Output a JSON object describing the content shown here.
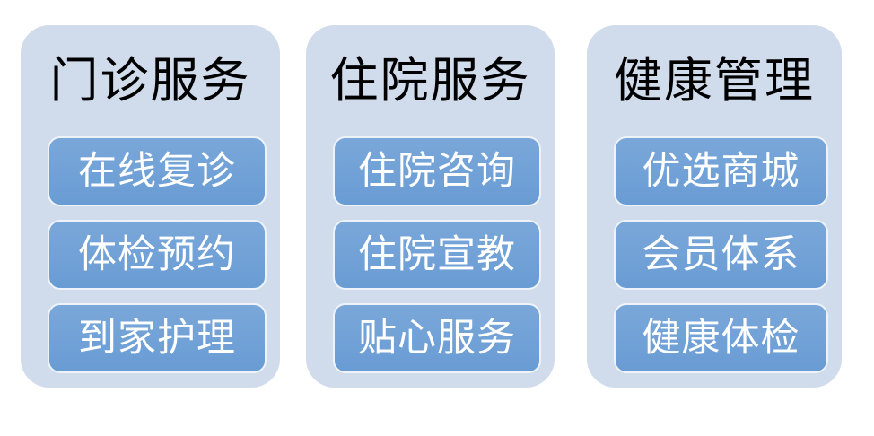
{
  "colors": {
    "page_background": "#ffffff",
    "panel_background": "#d0dbec",
    "button_background": "#6d9fd6",
    "button_border": "#eef3fa",
    "title_text": "#000000",
    "button_text": "#ffffff"
  },
  "columns": [
    {
      "title": "门诊服务",
      "items": [
        "在线复诊",
        "体检预约",
        "到家护理"
      ]
    },
    {
      "title": "住院服务",
      "items": [
        "住院咨询",
        "住院宣教",
        "贴心服务"
      ]
    },
    {
      "title": "健康管理",
      "items": [
        "优选商城",
        "会员体系",
        "健康体检"
      ]
    }
  ]
}
